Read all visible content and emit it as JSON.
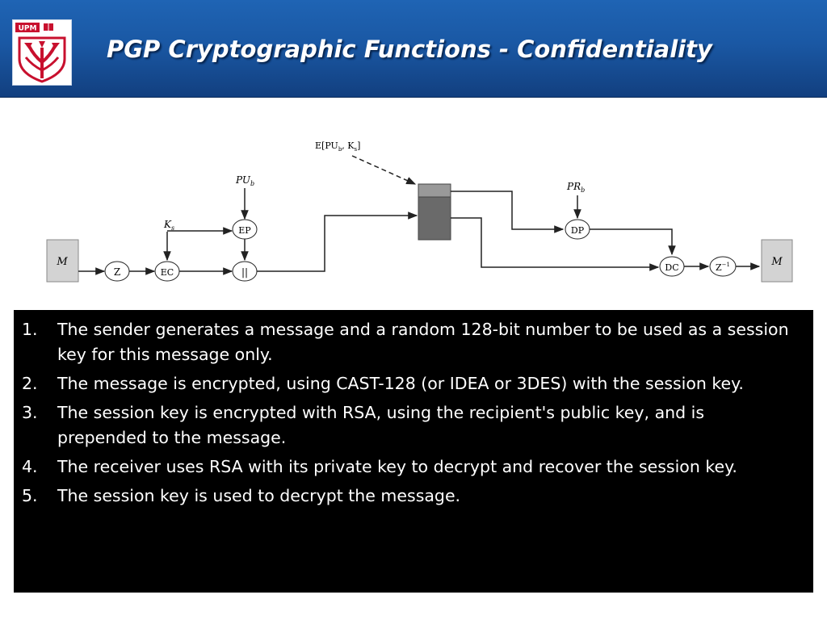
{
  "header": {
    "title": "PGP Cryptographic Functions - Confidentiality",
    "logo_text": "UPM",
    "colors": {
      "bar": "#1a58a4",
      "title_text": "#ffffff",
      "logo_red": "#c8102e"
    }
  },
  "diagram": {
    "message_source": "M",
    "compress": "Z",
    "encrypt_conventional": "EC",
    "session_key": "K",
    "session_key_sub": "s",
    "recipient_public_key": "PU",
    "recipient_public_key_sub": "b",
    "encrypt_public": "EP",
    "concat": "||",
    "encrypted_key_label": "E[PU",
    "encrypted_key_label_sub": "b",
    "encrypted_key_label_mid": ", K",
    "encrypted_key_label_sub2": "s",
    "encrypted_key_label_end": "]",
    "recipient_private_key": "PR",
    "recipient_private_key_sub": "b",
    "decrypt_public": "DP",
    "decrypt_conventional": "DC",
    "decompress": "Z",
    "decompress_sup": "−1",
    "message_output": "M"
  },
  "steps": [
    {
      "num": "1.",
      "text": "The sender generates a message and a random 128-bit number to be used as a session key for this message only."
    },
    {
      "num": "2.",
      "text": "The message is encrypted, using CAST-128 (or IDEA or 3DES) with the session key."
    },
    {
      "num": "3.",
      "text": "The session key is encrypted with RSA, using the recipient's public key, and is prepended to the message."
    },
    {
      "num": "4.",
      "text": "The receiver uses RSA with its private key to decrypt and recover the session key."
    },
    {
      "num": "5.",
      "text": "The session key is used to decrypt the message."
    }
  ]
}
